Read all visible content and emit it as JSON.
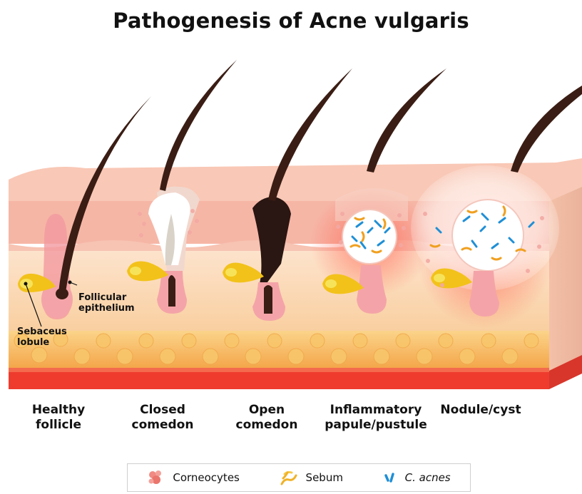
{
  "title": "Pathogenesis of Acne vulgaris",
  "stages": [
    {
      "label": "Healthy\nfollicle"
    },
    {
      "label": "Closed\ncomedon"
    },
    {
      "label": "Open\ncomedon"
    },
    {
      "label": "Inflammatory\npapule/pustule"
    },
    {
      "label": "Nodule/cyst"
    }
  ],
  "annotations": {
    "follicular": "Follicular\nepithelium",
    "sebaceous": "Sebaceus\nlobule"
  },
  "legend": {
    "corneocytes": "Corneocytes",
    "sebum": "Sebum",
    "cacnes": "C. acnes"
  },
  "colors": {
    "skin_top": "#f9c3b3",
    "dermis": "#fbd9b8",
    "fat": "#f6c35a",
    "base_red": "#ef3b2e",
    "hair": "#3a1d14",
    "sebum": "#f2c21a",
    "bacteria": "#1f8fd6"
  }
}
